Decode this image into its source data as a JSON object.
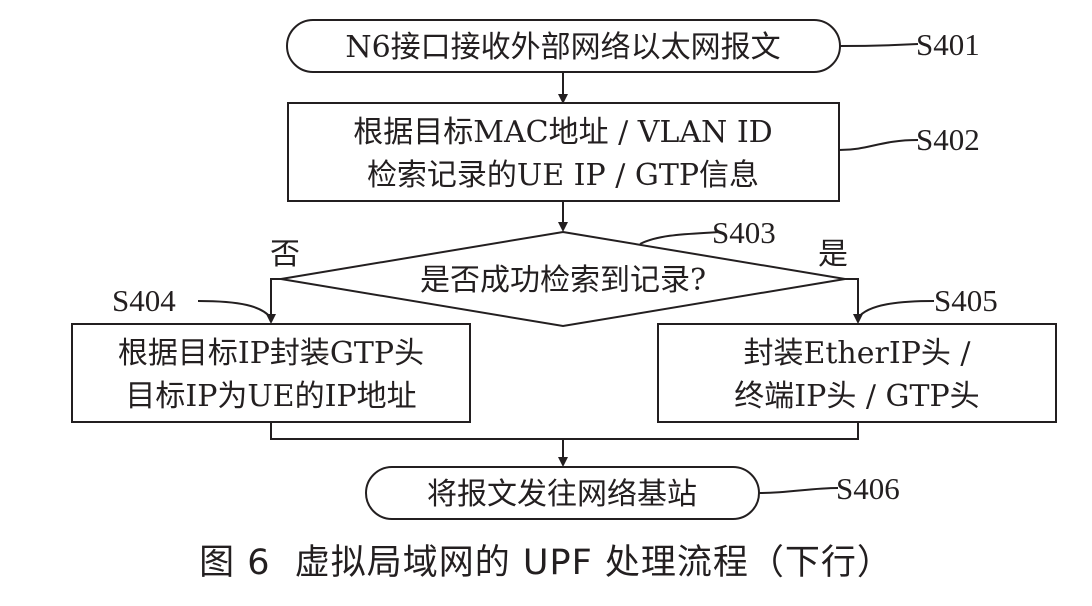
{
  "nodes": {
    "s401": {
      "text": "N6接口接收外部网络以太网报文"
    },
    "s402": {
      "line1": "根据目标MAC地址 / VLAN ID",
      "line2": "检索记录的UE IP / GTP信息"
    },
    "s403": {
      "text": "是否成功检索到记录?"
    },
    "s404": {
      "line1": "根据目标IP封装GTP头",
      "line2": "目标IP为UE的IP地址"
    },
    "s405": {
      "line1": "封装EtherIP头 /",
      "line2": "终端IP头 / GTP头"
    },
    "s406": {
      "text": "将报文发往网络基站"
    }
  },
  "step_labels": {
    "s401": "S401",
    "s402": "S402",
    "s403": "S403",
    "s404": "S404",
    "s405": "S405",
    "s406": "S406"
  },
  "branches": {
    "no": "否",
    "yes": "是"
  },
  "caption": "图 6  虚拟局域网的 UPF 处理流程（下行）",
  "colors": {
    "ink": "#231f20",
    "background": "#ffffff"
  }
}
